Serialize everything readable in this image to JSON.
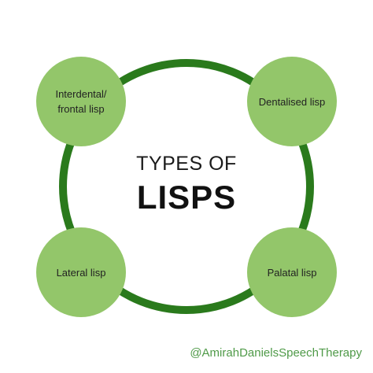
{
  "title": {
    "line1": "TYPES OF",
    "line2": "LISPS"
  },
  "nodes": [
    {
      "label": "Interdental/\nfrontal lisp"
    },
    {
      "label": "Dentalised lisp"
    },
    {
      "label": "Lateral lisp"
    },
    {
      "label": "Palatal lisp"
    }
  ],
  "credit": "@AmirahDanielsSpeechTherapy",
  "colors": {
    "ring": "#2a7a1c",
    "node_fill": "#93c66a",
    "credit_text": "#4f9a48"
  }
}
